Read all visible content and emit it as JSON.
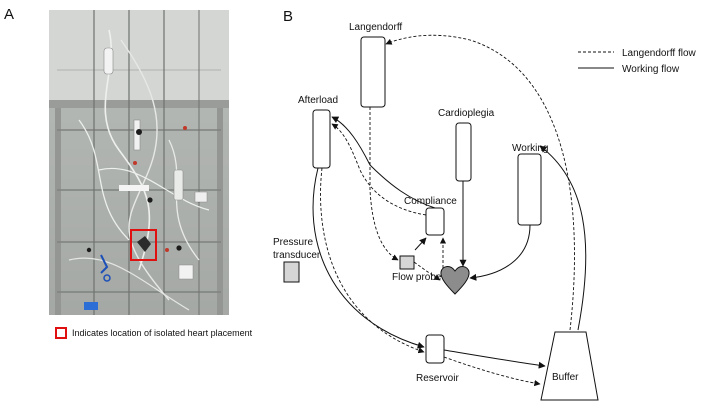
{
  "panels": {
    "a": "A",
    "b": "B"
  },
  "photo": {
    "legend": "Indicates location of isolated heart placement"
  },
  "legend": {
    "dashed": "Langendorff flow",
    "solid": "Working flow"
  },
  "nodes": {
    "langendorff": "Langendorff",
    "afterload": "Afterload",
    "cardioplegia": "Cardioplegia",
    "working": "Working",
    "compliance": "Compliance",
    "flow_probe": "Flow probe",
    "pressure_transducer_1": "Pressure",
    "pressure_transducer_2": "transducer",
    "reservoir": "Reservoir",
    "buffer": "Buffer"
  },
  "colors": {
    "highlight": "#e01010",
    "heart": "#8c8c8c",
    "probe": "#d6d6d6"
  }
}
